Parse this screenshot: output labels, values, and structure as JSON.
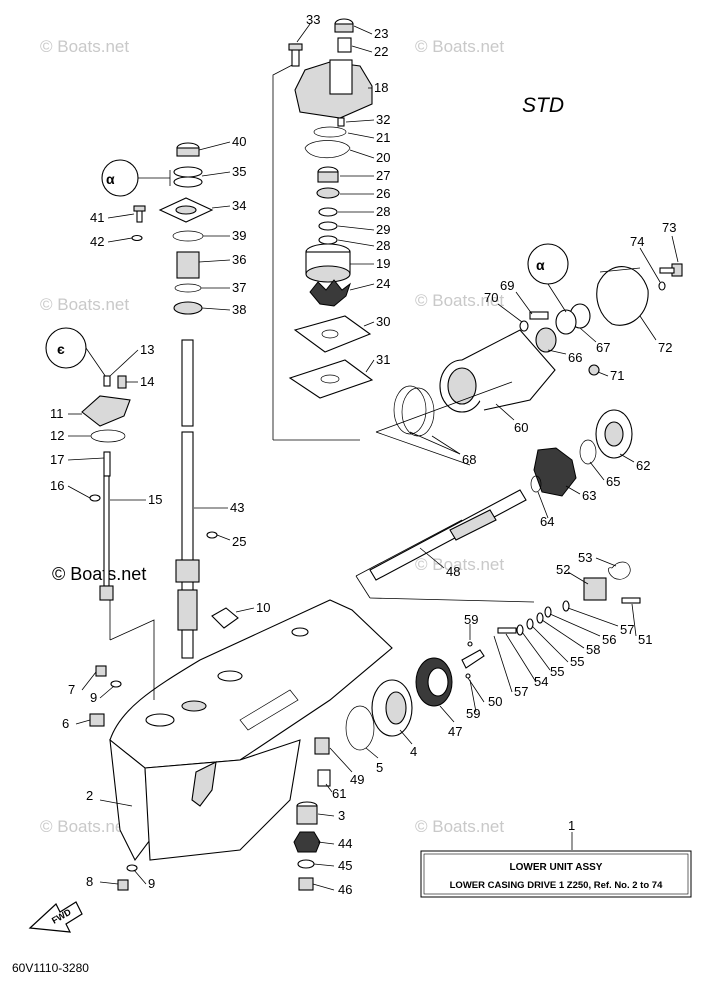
{
  "diagram": {
    "header_tag": "STD",
    "drawing_code": "60V1110-3280",
    "fwd_label": "FWD",
    "assembly_box": {
      "ref": "1",
      "title": "LOWER UNIT ASSY",
      "subtitle": "LOWER CASING DRIVE 1 Z250,  Ref. No. 2 to 74"
    },
    "watermarks": [
      "© Boats.net",
      "© Boats.net",
      "© Boats.net",
      "© Boats.net",
      "© Boats.net",
      "© Boats.net",
      "© Boats.net",
      "© Boats.net"
    ],
    "part_numbers": [
      "33",
      "23",
      "22",
      "18",
      "32",
      "21",
      "20",
      "27",
      "26",
      "28",
      "29",
      "28",
      "19",
      "24",
      "30",
      "31",
      "40",
      "35",
      "34",
      "41",
      "42",
      "39",
      "36",
      "37",
      "38",
      "13",
      "14",
      "11",
      "12",
      "17",
      "16",
      "15",
      "43",
      "25",
      "10",
      "7",
      "9",
      "6",
      "2",
      "8",
      "9",
      "73",
      "74",
      "69",
      "70",
      "67",
      "72",
      "66",
      "71",
      "60",
      "68",
      "62",
      "65",
      "63",
      "64",
      "48",
      "53",
      "52",
      "51",
      "57",
      "56",
      "58",
      "55",
      "55",
      "54",
      "57",
      "59",
      "50",
      "59",
      "47",
      "4",
      "5",
      "49",
      "61",
      "3",
      "44",
      "45",
      "46"
    ]
  }
}
